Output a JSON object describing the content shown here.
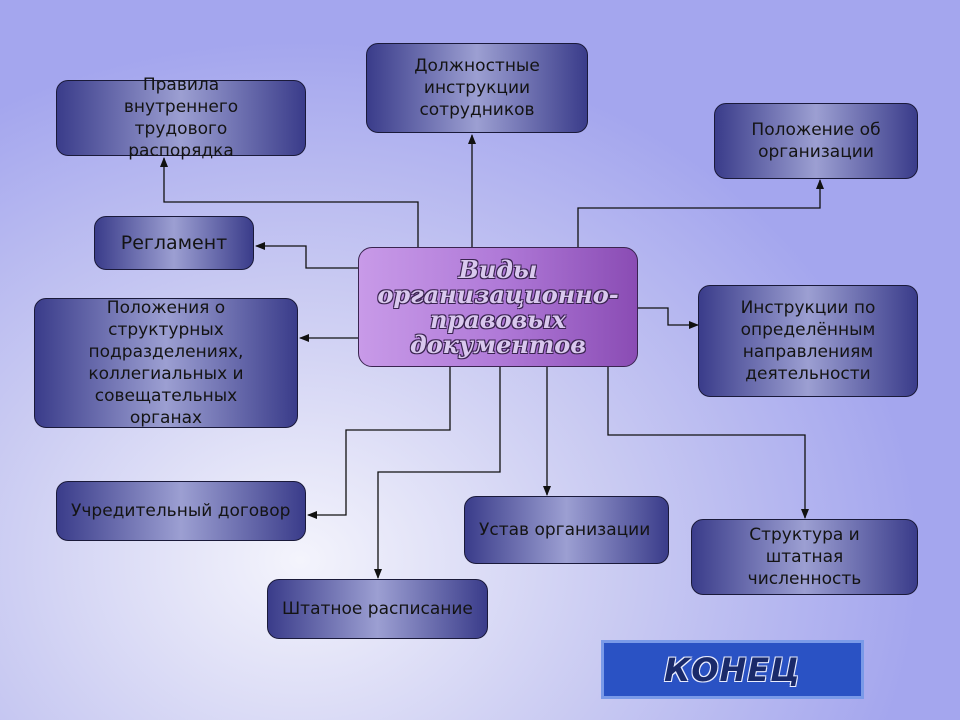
{
  "center_label": "Виды\nорганизационно-\nправовых\nдокументов",
  "nodes": {
    "rules": "Правила\nвнутреннего\nтрудового\nраспорядка",
    "job_instructions": "Должностные\nинструкции\nсотрудников",
    "org_regulation": "Положение об\nорганизации",
    "reglament": "Регламент",
    "division_regulations": "Положения о\nструктурных\nподразделениях,\nколлегиальных и\nсовещательных\nорганах",
    "direction_instructions": "Инструкции по\nопределённым\nнаправлениям\nдеятельности",
    "founding_agreement": "Учредительный договор",
    "charter": "Устав организации",
    "structure": "Структура и\nштатная\nчисленность",
    "staff_schedule": "Штатное расписание"
  },
  "end_button": "КОНЕЦ",
  "colors": {
    "node_fill": "#3a3c8a",
    "center_fill": "#b07ad8",
    "end_button": "#2a52c4"
  }
}
